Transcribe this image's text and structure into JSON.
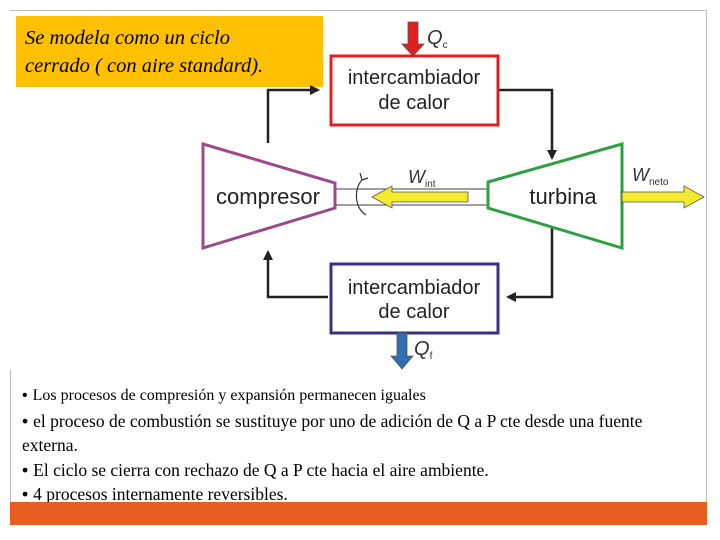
{
  "title": {
    "line1": "Se modela como un ciclo",
    "line2": "cerrado ( con aire standard)."
  },
  "diagram": {
    "heat_exchanger_top": {
      "line1": "intercambiador",
      "line2": "de calor",
      "color": "#e02020"
    },
    "heat_exchanger_bottom": {
      "line1": "intercambiador",
      "line2": "de calor",
      "color": "#3d2f84"
    },
    "compressor": {
      "label": "compresor",
      "color": "#9b4a8c"
    },
    "turbine": {
      "label": "turbina",
      "color": "#2ea043"
    },
    "heat_in": {
      "symbol": "Q",
      "subscript": "c",
      "arrow_color": "#e02020"
    },
    "heat_out": {
      "symbol": "Q",
      "subscript": "f",
      "arrow_color": "#2f6fb0"
    },
    "work_in": {
      "symbol": "W",
      "subscript": "int",
      "arrow_color": "#f2ea2a"
    },
    "work_net": {
      "symbol": "W",
      "subscript": "neto",
      "arrow_color": "#f2ea2a"
    }
  },
  "bullets": [
    "Los procesos de compresión y expansión permanecen iguales",
    "el proceso de combustión se sustituye por uno de adición de Q a P cte desde una fuente externa.",
    "El ciclo se cierra con rechazo de Q a P cte hacia el aire ambiente.",
    "4 procesos  internamente reversibles."
  ],
  "colors": {
    "title_bg": "#ffc000",
    "footer": "#e85d20"
  }
}
